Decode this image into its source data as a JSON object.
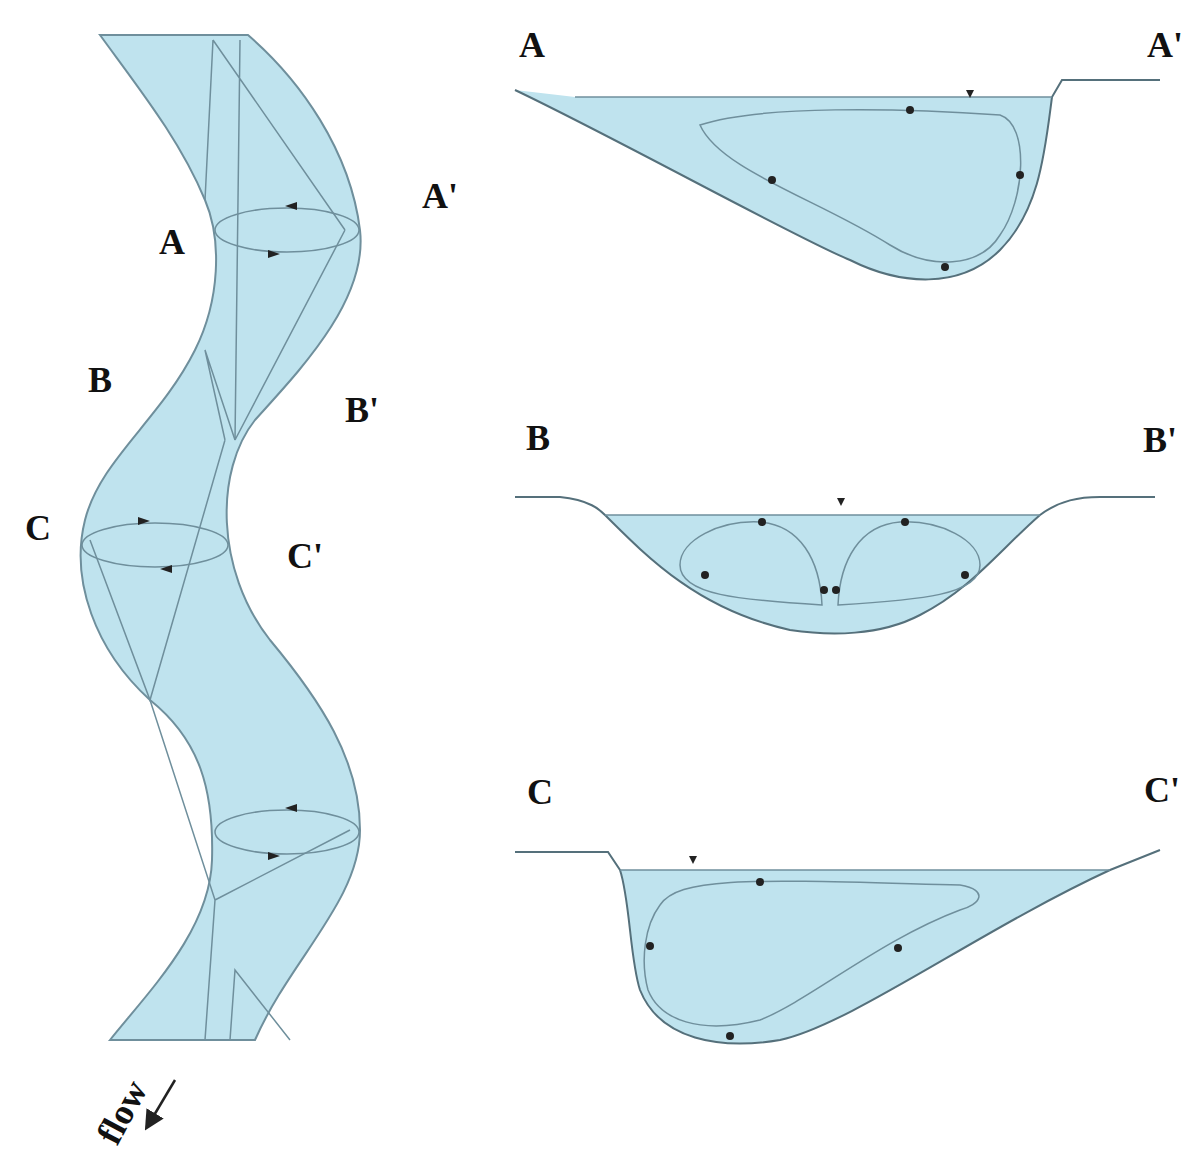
{
  "diagram": {
    "labels": [
      "A",
      "A'",
      "B",
      "B'",
      "C",
      "C'",
      "flow",
      "A",
      "A'",
      "B",
      "B'",
      "C",
      "C'"
    ]
  }
}
